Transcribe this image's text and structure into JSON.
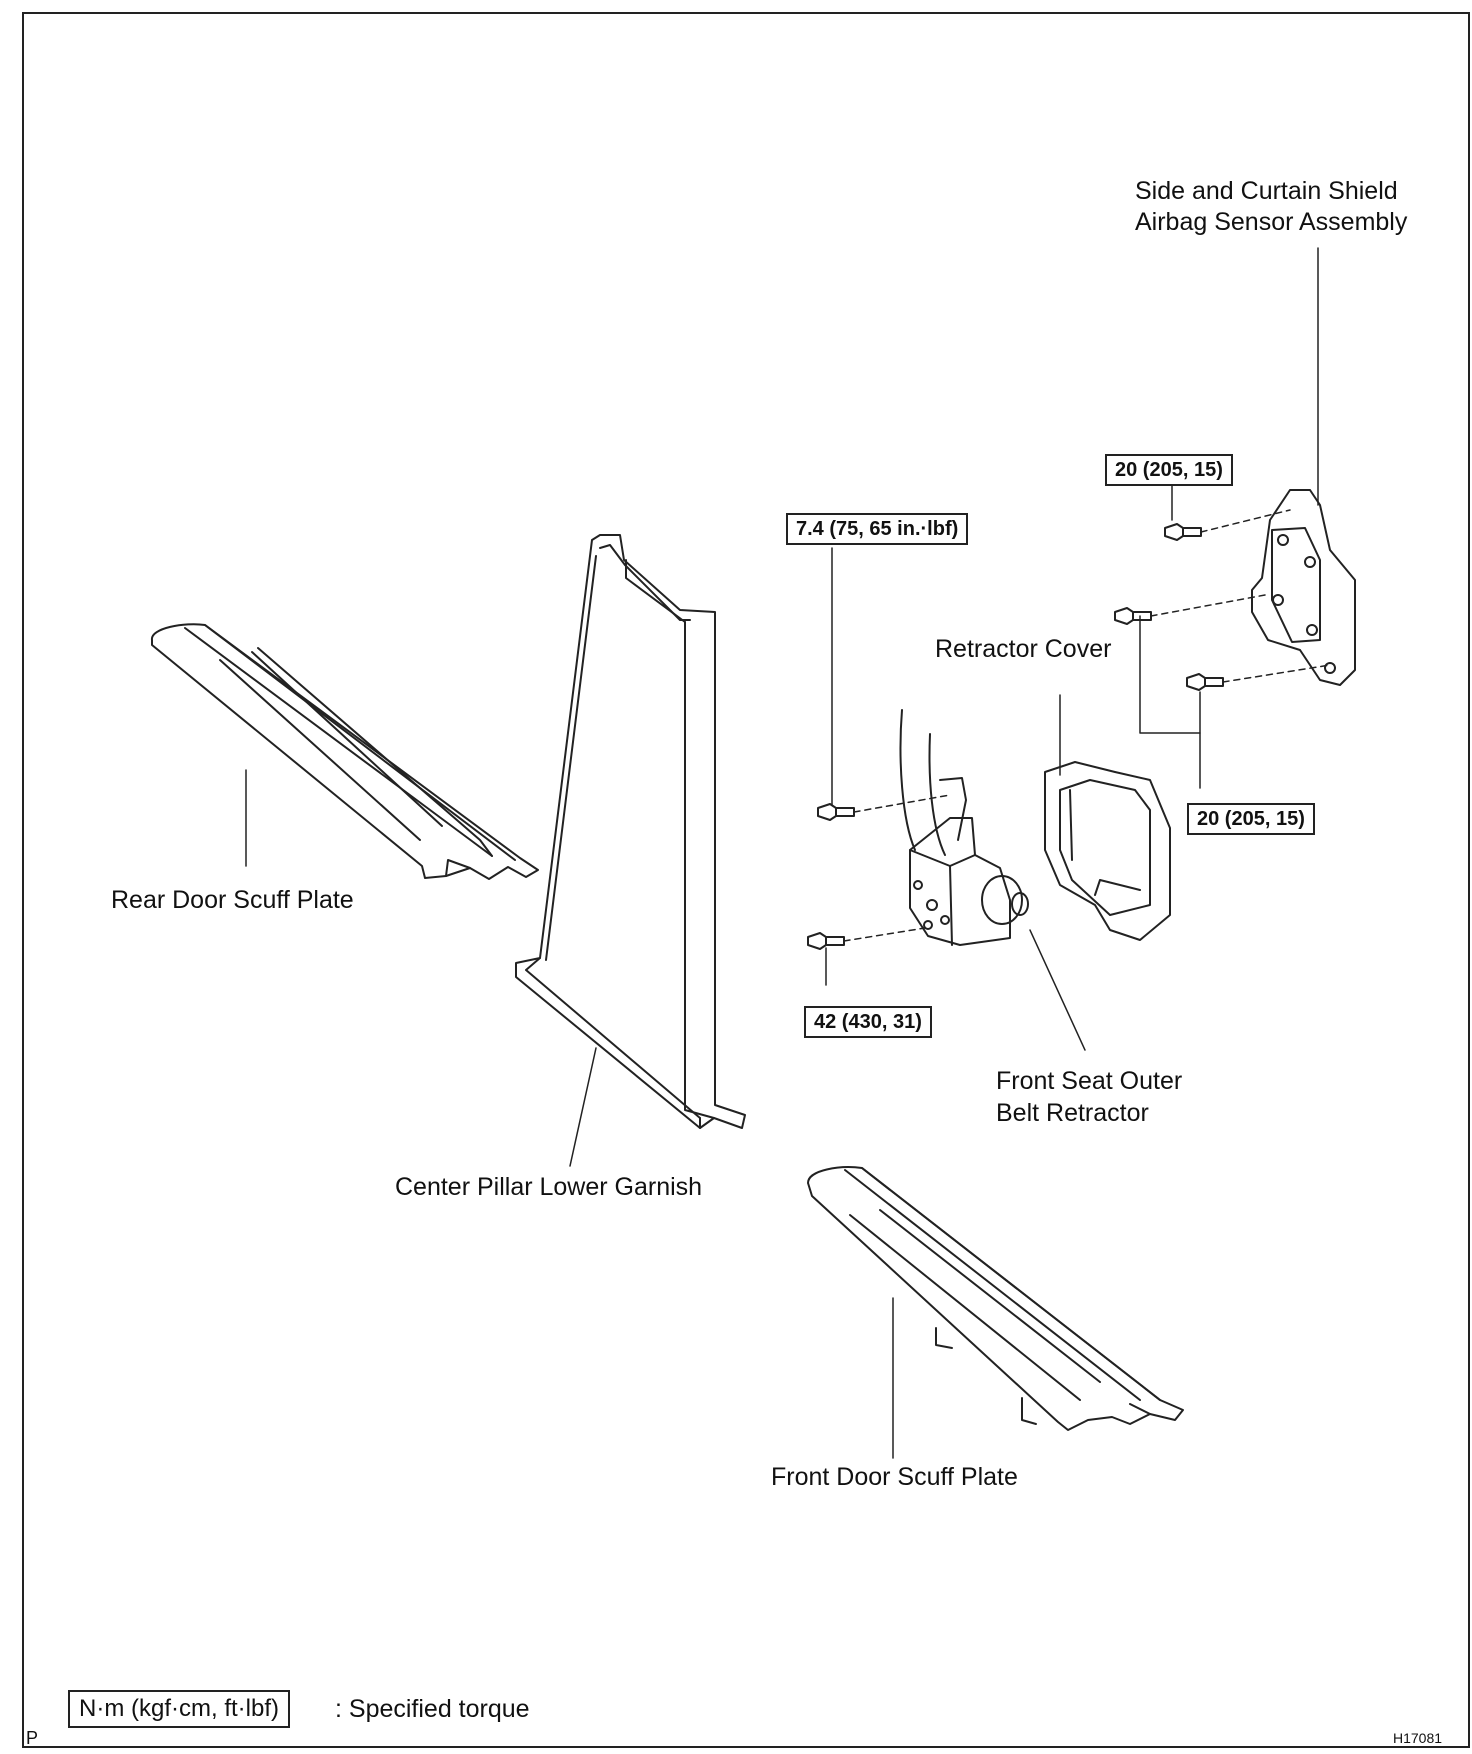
{
  "labels": {
    "airbag_sensor_line1": "Side and Curtain Shield",
    "airbag_sensor_line2": "Airbag Sensor Assembly",
    "retractor_cover": "Retractor Cover",
    "rear_door_scuff": "Rear Door Scuff Plate",
    "center_pillar": "Center Pillar Lower Garnish",
    "front_seat_line1": "Front Seat Outer",
    "front_seat_line2": "Belt Retractor",
    "front_door_scuff": "Front Door Scuff Plate"
  },
  "torques": {
    "airbag_upper": "20 (205, 15)",
    "airbag_lower": "20 (205, 15)",
    "retractor_upper": "7.4 (75, 65 in.·lbf)",
    "retractor_lower": "42 (430, 31)"
  },
  "legend": {
    "box": "N·m (kgf·cm, ft·lbf)",
    "text": ": Specified torque"
  },
  "corner_mark": "P",
  "figure_code": "H17081"
}
